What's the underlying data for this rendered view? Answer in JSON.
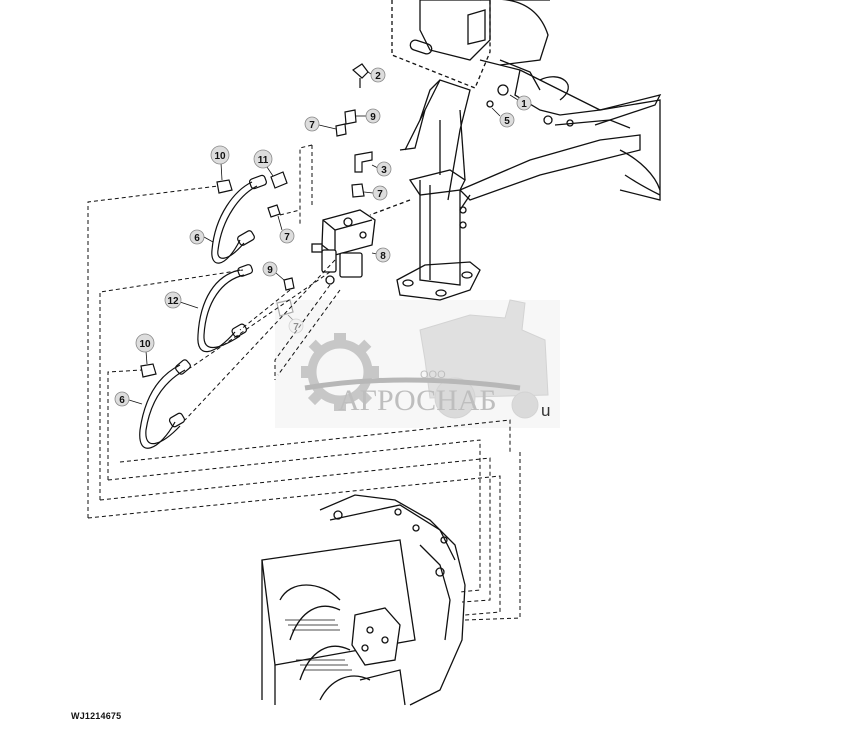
{
  "figure_id": "WJ1214675",
  "callouts": [
    {
      "label": "1"
    },
    {
      "label": "2"
    },
    {
      "label": "3"
    },
    {
      "label": "5"
    },
    {
      "label": "6"
    },
    {
      "label": "6"
    },
    {
      "label": "7"
    },
    {
      "label": "7"
    },
    {
      "label": "7"
    },
    {
      "label": "7"
    },
    {
      "label": "8"
    },
    {
      "label": "9"
    },
    {
      "label": "9"
    },
    {
      "label": "10"
    },
    {
      "label": "10"
    },
    {
      "label": "11"
    },
    {
      "label": "12"
    }
  ],
  "watermark": {
    "company_prefix": "ООО",
    "company_name": "АГРОСНАБ",
    "suffix": "u"
  }
}
